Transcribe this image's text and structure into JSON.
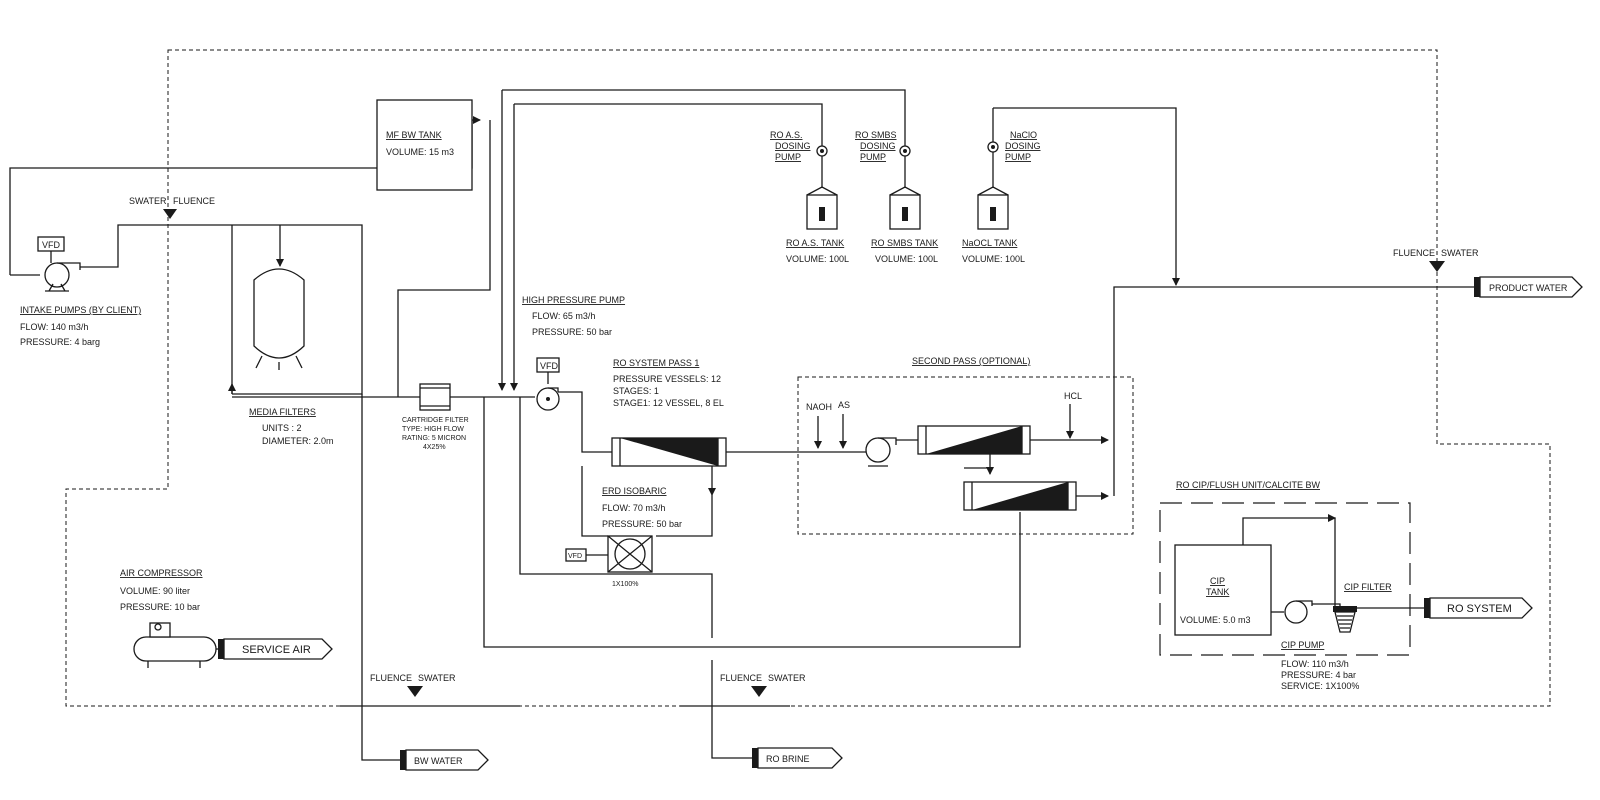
{
  "intake": {
    "vfd": "VFD",
    "title": "INTAKE PUMPS (BY CLIENT)",
    "flow": "FLOW: 140 m3/h",
    "pressure": "PRESSURE: 4 barg"
  },
  "boundary_swater_fluence_1": "SWATER",
  "boundary_swater_fluence_2": "FLUENCE",
  "mf_bw_tank": {
    "title": "MF BW TANK",
    "volume": "VOLUME: 15 m3"
  },
  "media_filters": {
    "title": "MEDIA FILTERS",
    "units": "UNITS : 2",
    "diameter": "DIAMETER: 2.0m"
  },
  "cartridge_filter": {
    "line1": "CARTRIDGE FILTER",
    "line2": "TYPE: HIGH FLOW",
    "line3": "RATING: 5 MICRON",
    "line4": "4X25%"
  },
  "hp_pump": {
    "vfd": "VFD",
    "title": "HIGH PRESSURE PUMP",
    "flow": "FLOW: 65 m3/h",
    "pressure": "PRESSURE: 50 bar"
  },
  "ro_pass1": {
    "title": "RO SYSTEM PASS 1",
    "vessels": "PRESSURE VESSELS: 12",
    "stages": "STAGES: 1",
    "stage1": "STAGE1: 12 VESSEL, 8 EL"
  },
  "erd": {
    "title": "ERD ISOBARIC",
    "flow": "FLOW: 70 m3/h",
    "pressure": "PRESSURE: 50 bar",
    "vfd": "VFD",
    "config": "1X100%"
  },
  "dosing": {
    "as_pump": [
      "RO A.S.",
      "DOSING",
      "PUMP"
    ],
    "smbs_pump": [
      "RO SMBS",
      "DOSING",
      "PUMP"
    ],
    "naclo_pump": [
      "NaClO",
      "DOSING",
      "PUMP"
    ],
    "as_tank": "RO A.S. TANK",
    "smbs_tank": "RO SMBS TANK",
    "nacl_tank": "NaOCL TANK",
    "as_volume": "VOLUME: 100L",
    "smbs_volume": "VOLUME: 100L",
    "nacl_volume": "VOLUME: 100L"
  },
  "second_pass": {
    "title": "SECOND PASS (OPTIONAL)",
    "naoh": "NAOH",
    "as": "AS",
    "hcl": "HCL"
  },
  "product_boundary": {
    "fluence": "FLUENCE",
    "swater": "SWATER"
  },
  "product_water": "PRODUCT WATER",
  "cip_unit": {
    "title": "RO CIP/FLUSH UNIT/CALCITE BW",
    "tank_line1": "CIP",
    "tank_line2": "TANK",
    "tank_volume": "VOLUME: 5.0 m3",
    "filter": "CIP FILTER",
    "pump": "CIP PUMP",
    "flow": "FLOW: 110 m3/h",
    "pressure": "PRESSURE: 4 bar",
    "service": "SERVICE: 1X100%",
    "outlet": "RO SYSTEM"
  },
  "air_compressor": {
    "title": "AIR COMPRESSOR",
    "volume": "VOLUME: 90 liter",
    "pressure": "PRESSURE: 10 bar"
  },
  "service_air": "SERVICE AIR",
  "bottom_boundary_1": {
    "fluence": "FLUENCE",
    "swater": "SWATER"
  },
  "bottom_boundary_2": {
    "fluence": "FLUENCE",
    "swater": "SWATER"
  },
  "bw_water": "BW WATER",
  "ro_brine": "RO BRINE"
}
